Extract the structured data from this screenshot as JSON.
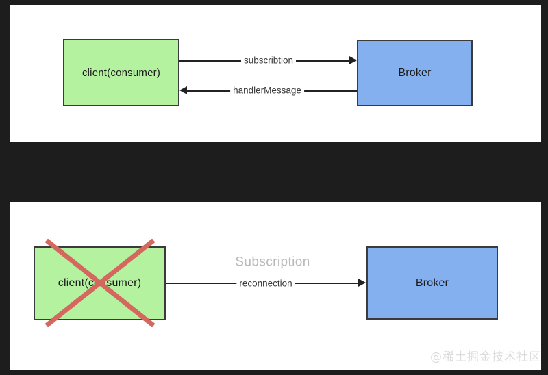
{
  "background_color": "#1d1d1d",
  "panels": [
    {
      "id": "top",
      "title": "normal subscription flow",
      "nodes": {
        "client": {
          "label": "client(consumer)",
          "color": "#b4f2a0"
        },
        "broker": {
          "label": "Broker",
          "color": "#84b0f0"
        }
      },
      "edges": [
        {
          "label": "subscribtion",
          "direction": "client-to-broker"
        },
        {
          "label": "handlerMessage",
          "direction": "broker-to-client"
        }
      ]
    },
    {
      "id": "bottom",
      "title": "client down and reconnection flow",
      "nodes": {
        "client": {
          "label": "client(consumer)",
          "color": "#b4f2a0",
          "marked_failed": true
        },
        "broker": {
          "label": "Broker",
          "color": "#84b0f0"
        }
      },
      "edges": [
        {
          "label": "reconnection",
          "direction": "client-to-broker"
        }
      ],
      "annotations": [
        {
          "label": "Subscription",
          "style": "muted",
          "color": "#b9b9b9"
        }
      ],
      "cross_mark": {
        "name": "red-x-cross",
        "color": "#d4685e"
      }
    }
  ],
  "watermark": {
    "text": "@稀土掘金技术社区",
    "color": "#dcdcdc"
  }
}
